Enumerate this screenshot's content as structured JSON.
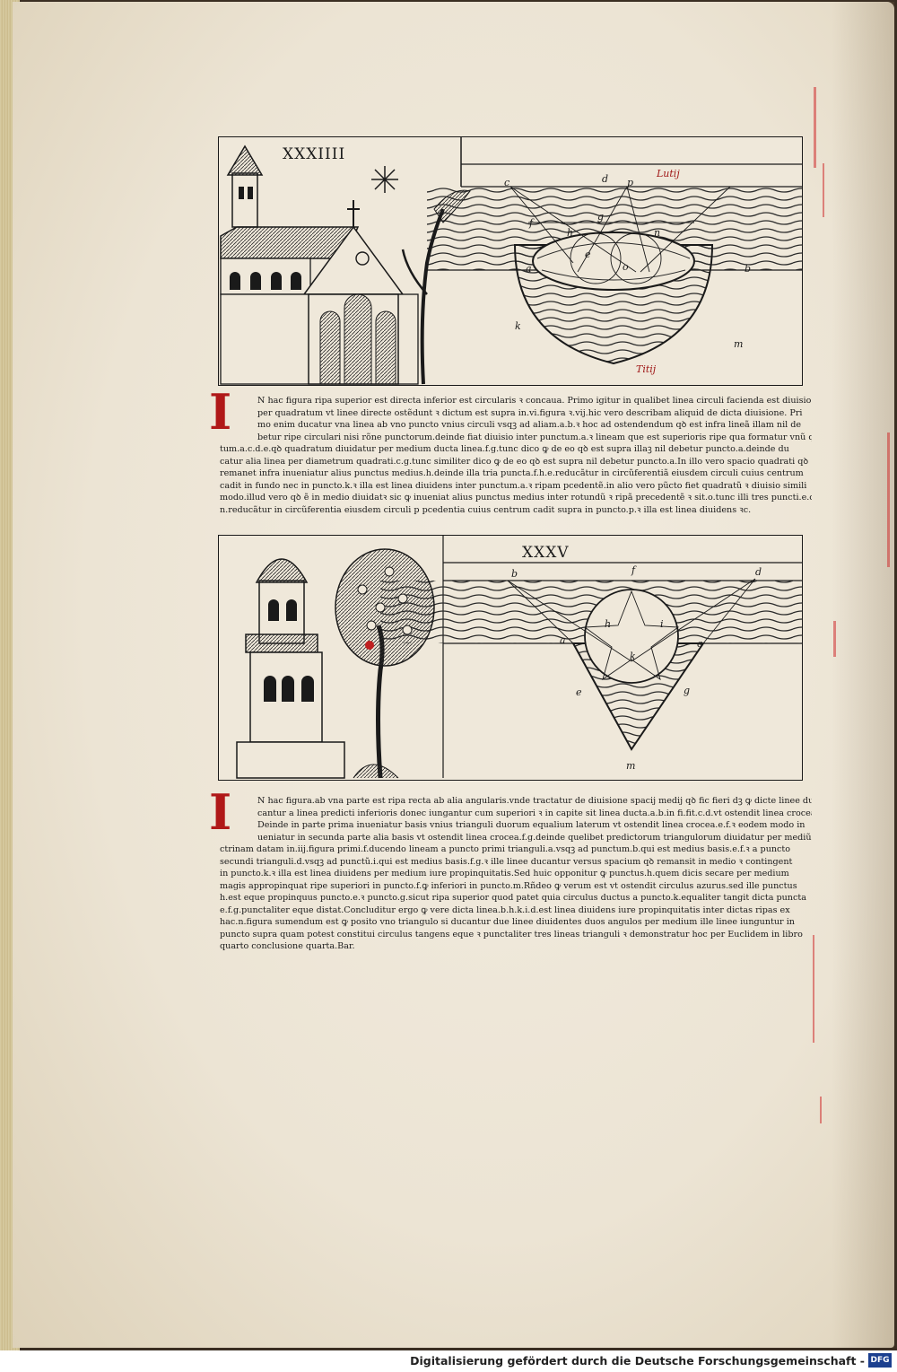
{
  "figure1": {
    "title": "XXXIIII",
    "labels": {
      "c": "c",
      "d": "d",
      "p": "p",
      "lutij": "Lutij",
      "f": "f",
      "g": "g",
      "h": "h",
      "n": "n",
      "e": "e",
      "o": "o",
      "a": "a",
      "b": "b",
      "k": "k",
      "m": "m",
      "titij": "Titij"
    }
  },
  "text1": {
    "initial": "I",
    "lines": [
      "N hac figura ripa superior est directa inferior est circularis ꝛ concaua. Primo igitur in qualibet linea circuli facienda est diuisio",
      "per quadratum vt linee directe ostẽdunt ꝛ dictum est supra in.vi.figura ꝛ.vij.hic vero describam aliquid de dicta diuisione. Pri",
      "mo enim ducatur vna linea ab vno puncto vnius circuli vsqꝫ ad aliam.a.b.ꝛ hoc ad ostendendum qꝺ est infra lineã illam nil de",
      "betur ripe circulari nisi rõne punctorum.deinde fiat diuisio inter punctum.a.ꝛ lineam que est superioris ripe qua formatur vnũ quadra",
      "tum.a.c.d.e.qꝺ quadratum diuidatur per medium ducta linea.f.g.tunc dico ꝙ de eo qꝺ est supra illaꝫ nil debetur puncto.a.deinde du",
      "catur alia linea per diametrum quadrati.c.g.tunc similiter dico ꝙ de eo qꝺ est supra nil debetur puncto.a.In illo vero spacio quadrati qꝺ",
      "remanet infra inueniatur alius punctus medius.h.deinde illa tria puncta.f.h.e.reducãtur in circũferentiã eiusdem circuli cuius centrum",
      "cadit in fundo nec in puncto.k.ꝛ illa est linea diuidens inter punctum.a.ꝛ ripam pcedentẽ.in alio vero pũcto fiet quadratũ ꝛ diuisio simili",
      "modo.illud vero qꝺ ẽ in medio diuidatꝛ sic ꝙ inueniat alius punctus medius inter rotundũ ꝛ ripã precedentẽ ꝛ sit.o.tunc illi tres puncti.e.o.",
      "n.reducãtur in circũferentia eiusdem circuli p pcedentia cuius centrum cadit supra in puncto.p.ꝛ illa est linea diuidens ꝛc."
    ]
  },
  "figure2": {
    "title": "XXXV",
    "labels": {
      "b": "b",
      "f": "f",
      "d": "d",
      "h": "h",
      "i": "i",
      "a": "a",
      "c": "c",
      "k": "k",
      "e": "e",
      "g": "g",
      "m": "m"
    }
  },
  "text2": {
    "initial": "I",
    "lines": [
      "N hac figura.ab vna parte est ripa recta ab alia angularis.vnde tractatur de diuisione spacij medij qꝺ fic fieri dꝫ ꝙ dicte linee du",
      "cantur a linea predicti inferioris donec iungantur cum superiori ꝛ in capite sit linea ducta.a.b.in fi.fit.c.d.vt ostendit linea crocea.",
      "Deinde in parte prima inueniatur basis vnius trianguli duorum equalium laterum vt ostendit linea crocea.e.f.ꝛ eodem modo in",
      "ueniatur in secunda parte alia basis vt ostendit linea crocea.f.g.deinde quelibet predictorum triangulorum diuidatur per mediũ fm do",
      "ctrinam datam in.iij.figura primi.f.ducendo lineam a puncto primi trianguli.a.vsqꝫ ad punctum.b.qui est medius basis.e.f.ꝛ a puncto",
      "secundi trianguli.d.vsqꝫ ad punctũ.i.qui est medius basis.f.g.ꝛ ille linee ducantur versus spacium qꝺ remansit in medio ꝛ contingent",
      "in puncto.k.ꝛ illa est linea diuidens per medium iure propinquitatis.Sed huic opponitur ꝙ punctus.h.quem dicis secare per medium",
      "magis appropinquat ripe superiori in puncto.f.ꝙ inferiori in puncto.m.Rñdeo ꝙ verum est vt ostendit circulus azurus.sed ille punctus",
      "h.est eque propinquus puncto.e.ꝛ puncto.g.sicut ripa superior quod patet quia circulus ductus a puncto.k.equaliter tangit dicta puncta",
      "e.f.g.punctaliter eque distat.Concluditur ergo ꝙ vere dicta linea.b.h.k.i.d.est linea diuidens iure propinquitatis inter dictas ripas ex",
      "hac.n.figura sumendum est ꝙ posito vno triangulo si ducantur due linee diuidentes duos angulos per medium ille linee iunguntur in",
      "puncto supra quam potest constitui circulus tangens eque ꝛ punctaliter tres lineas trianguli ꝛ demonstratur hoc per Euclidem in libro",
      "quarto conclusione quarta.Bar."
    ]
  },
  "footer": {
    "text": "Digitalisierung gefördert durch die Deutsche Forschungsgemeinschaft -",
    "logo": "DFG"
  }
}
